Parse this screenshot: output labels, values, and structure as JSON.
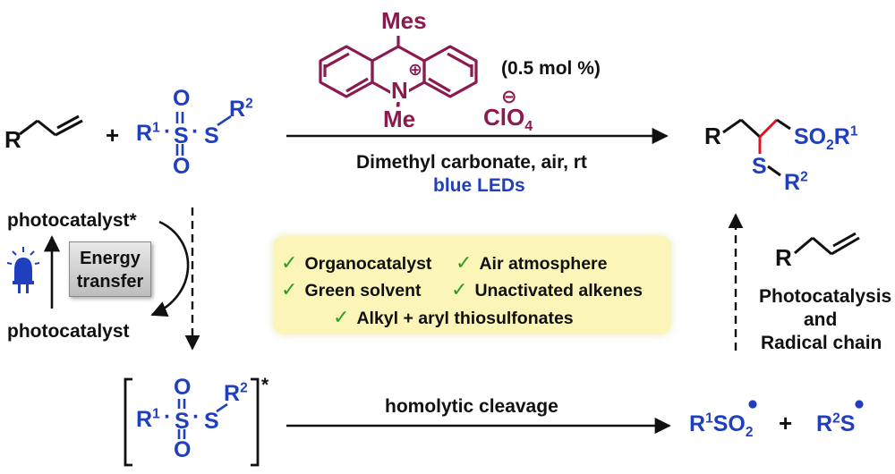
{
  "catalyst": {
    "mes": "Mes",
    "n_label": "N",
    "charge": "⊕",
    "dot": "·",
    "me": "Me",
    "loading": "(0.5 mol %)",
    "anion_charge": "⊖",
    "anion_base": "ClO",
    "anion_sub": "4"
  },
  "reactants": {
    "alkene_r": "R",
    "plus": "+",
    "r1": "R",
    "r1_sup": "1",
    "s": "S",
    "o": "O",
    "r2": "R",
    "r2_sup": "2"
  },
  "conditions": {
    "solvent": "Dimethyl carbonate, air, rt",
    "light": "blue LEDs"
  },
  "product": {
    "r": "R",
    "so2r1_base": "SO",
    "so2r1_sub": "2",
    "so2r1_r": "R",
    "so2r1_sup": "1",
    "s": "S",
    "r2": "R",
    "r2_sup": "2"
  },
  "cycle": {
    "excited": "photocatalyst*",
    "ground": "photocatalyst",
    "energy_transfer_line1": "Energy",
    "energy_transfer_line2": "transfer"
  },
  "features": [
    "Organocatalyst",
    "Air atmosphere",
    "Green solvent",
    "Unactivated alkenes",
    "Alkyl + aryl thiosulfonates"
  ],
  "check": "✓",
  "side": {
    "alkene_r": "R",
    "line1": "Photocatalysis",
    "line2": "and",
    "line3": "Radical chain"
  },
  "bottom": {
    "star": "*",
    "cleavage": "homolytic cleavage",
    "rad1_r": "R",
    "rad1_sup": "1",
    "rad1_base": "SO",
    "rad1_sub": "2",
    "plus": "+",
    "rad2_r": "R",
    "rad2_sup": "2",
    "rad2_s": "S"
  },
  "colors": {
    "blue": "#1f3fbf",
    "maroon": "#8b1a4f",
    "red_bond": "#e0141e",
    "check_green": "#2e9b25",
    "box_yellow": "#fbf5b8"
  }
}
